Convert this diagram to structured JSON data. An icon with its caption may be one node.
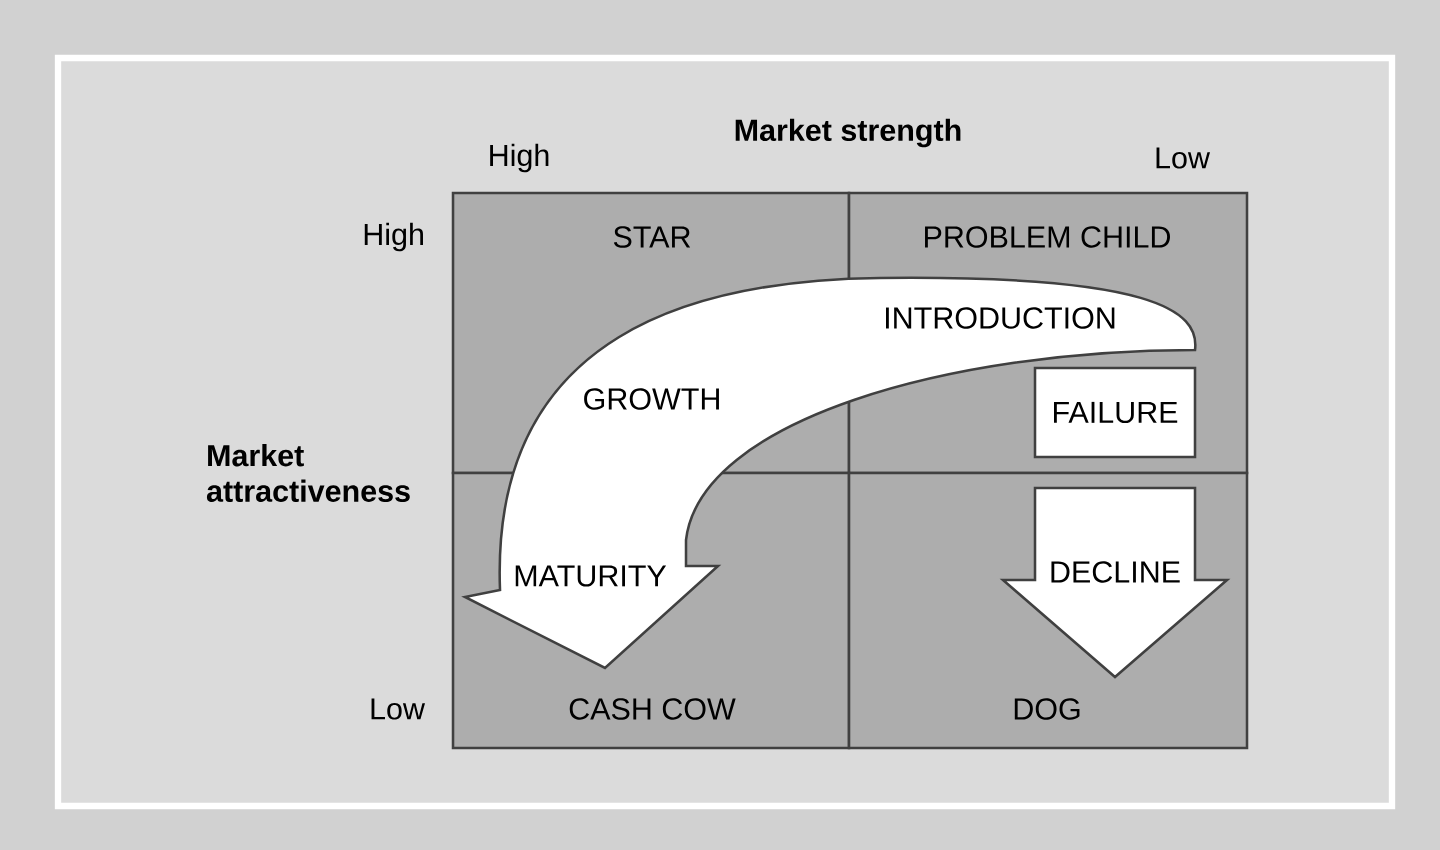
{
  "diagram": {
    "nodes": [
      {
        "text": [
          "STAR"
        ]
      },
      {
        "text": [
          "PROBLEM CHILD"
        ]
      },
      {
        "text": [
          "CASH COW"
        ]
      },
      {
        "text": [
          "DOG"
        ]
      },
      {
        "text": [
          "FAILURE"
        ],
        "in": 1
      },
      {
        "text": [],
        "shape": "arrow"
      },
      {
        "text": [
          "INTRODUCTION"
        ]
      },
      {
        "text": [
          "GROWTH"
        ]
      },
      {
        "text": [
          "MATURITY"
        ]
      },
      {
        "text": [
          "DECLINE"
        ],
        "in": 3
      }
    ],
    "labels": [
      "Market strength",
      "High",
      "Low",
      "High",
      "Market attractiveness",
      "Low"
    ]
  }
}
